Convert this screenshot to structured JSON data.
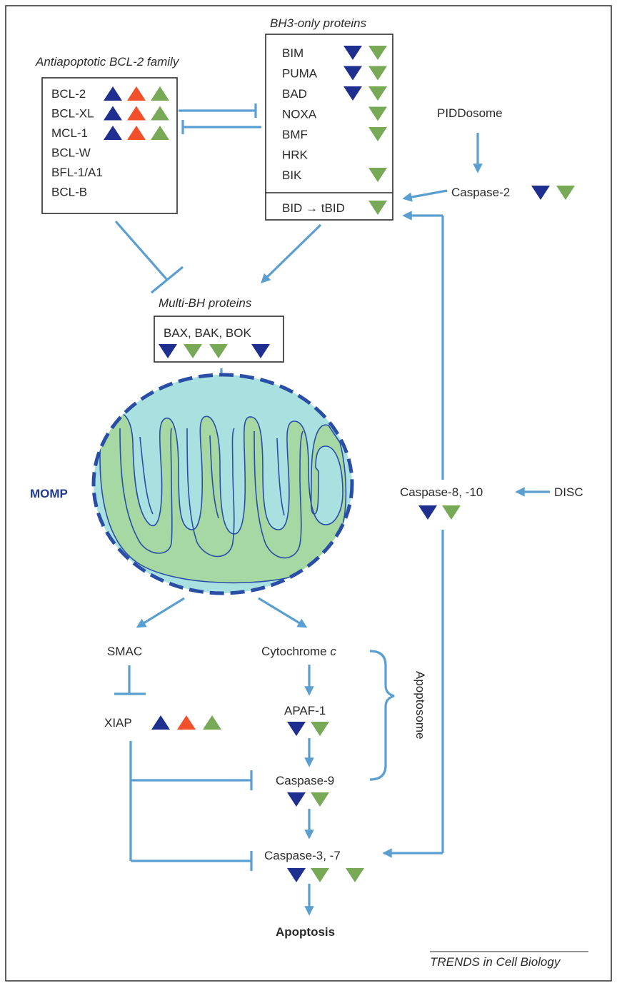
{
  "colors": {
    "arrow": "#5b9fd0",
    "navy": "#1f2f8f",
    "red_orange": "#f2502a",
    "olive_green": "#78a956",
    "mito_outer": "#a9e1e1",
    "mito_inner": "#a6d8a3",
    "mito_border": "#2a4ea6",
    "momp_text": "#223a8e"
  },
  "antiapoptotic": {
    "title": "Antiapoptotic BCL-2 family",
    "items": [
      {
        "label": "BCL-2",
        "markers": [
          "navy-up",
          "red-up",
          "green-up"
        ]
      },
      {
        "label": "BCL-XL",
        "markers": [
          "navy-up",
          "red-up",
          "green-up"
        ]
      },
      {
        "label": "MCL-1",
        "markers": [
          "navy-up",
          "red-up",
          "green-up"
        ]
      },
      {
        "label": "BCL-W",
        "markers": []
      },
      {
        "label": "BFL-1/A1",
        "markers": []
      },
      {
        "label": "BCL-B",
        "markers": []
      }
    ]
  },
  "bh3": {
    "title": "BH3-only proteins",
    "items": [
      {
        "label": "BIM",
        "markers": [
          "navy-down",
          "green-down"
        ]
      },
      {
        "label": "PUMA",
        "markers": [
          "navy-down",
          "green-down"
        ]
      },
      {
        "label": "BAD",
        "markers": [
          "navy-down",
          "green-down"
        ]
      },
      {
        "label": "NOXA",
        "markers": [
          "green-down"
        ]
      },
      {
        "label": "BMF",
        "markers": [
          "green-down"
        ]
      },
      {
        "label": "HRK",
        "markers": []
      },
      {
        "label": "BIK",
        "markers": [
          "green-down"
        ]
      }
    ],
    "bid_label": "BID → tBID",
    "bid_markers": [
      "green-down"
    ]
  },
  "multi_bh": {
    "title": "Multi-BH proteins",
    "label": "BAX,  BAK,  BOK"
  },
  "momp_label": "MOMP",
  "piddosome_label": "PIDDosome",
  "caspase2_label": "Caspase-2",
  "disc_label": "DISC",
  "caspase810_label": "Caspase-8, -10",
  "smac_label": "SMAC",
  "xiap_label": "XIAP",
  "cytochrome_label": "Cytochrome",
  "cytochrome_italic": "c",
  "apaf1_label": "APAF-1",
  "caspase9_label": "Caspase-9",
  "apoptosome_label": "Apoptosome",
  "caspase37_label": "Caspase-3, -7",
  "apoptosis_label": "Apoptosis",
  "footer_label": "TRENDS in Cell Biology"
}
